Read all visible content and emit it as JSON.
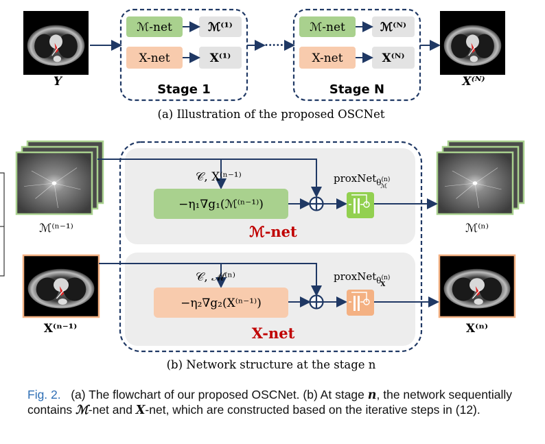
{
  "figure": {
    "colors": {
      "green": "#a9d18e",
      "green_box": "#93c47d",
      "orange": "#f8cbad",
      "orange_box": "#f4b183",
      "navy": "#1f3864",
      "gray_panel": "#ededed",
      "red_label": "#c00000",
      "caption_blue": "#2f6fb5"
    },
    "part_a": {
      "input_label": "Y",
      "stage1": {
        "title": "Stage 1",
        "m_net": "ℳ-net",
        "x_net": "X-net",
        "m_out": "ℳ⁽¹⁾",
        "x_out": "X⁽¹⁾"
      },
      "dots": "······",
      "stageN": {
        "title": "Stage N",
        "m_net": "ℳ-net",
        "x_net": "X-net",
        "m_out": "ℳ⁽ᴺ⁾",
        "x_out": "X⁽ᴺ⁾"
      },
      "output_label": "X⁽ᴺ⁾",
      "subcaption": "(a) Illustration of  the proposed OSCNet"
    },
    "part_b": {
      "m_in_label": "ℳ⁽ⁿ⁻¹⁾",
      "x_in_label": "X⁽ⁿ⁻¹⁾",
      "m_out_label": "ℳ⁽ⁿ⁾",
      "x_out_label": "X⁽ⁿ⁾",
      "m_input_text": "𝒞,  X⁽ⁿ⁻¹⁾",
      "x_input_text": "𝒞,  ℳ⁽ⁿ⁾",
      "m_grad": "−η₁∇g₁(ℳ⁽ⁿ⁻¹⁾)",
      "x_grad": "−η₂∇g₂(X⁽ⁿ⁻¹⁾)",
      "m_prox": "proxNet",
      "m_prox_sub": "θ",
      "m_prox_subsub": "(n)",
      "m_prox_subvar": "ℳ",
      "x_prox": "proxNet",
      "x_prox_sub": "θ",
      "x_prox_subsub": "(n)",
      "x_prox_subvar": "X",
      "m_net_label": "ℳ-net",
      "x_net_label": "X-net",
      "subcaption": "(b)  Network structure at the stage n"
    },
    "caption": {
      "fig_num": "Fig. 2.",
      "text_1": "(a) The flowchart of our proposed OSCNet. (b) At stage ",
      "n": "n",
      "text_2": ", the network sequentially contains ",
      "m": "ℳ",
      "text_3": "-net and ",
      "x": "X",
      "text_4": "-net, which are constructed based on the iterative steps in (12)."
    }
  }
}
